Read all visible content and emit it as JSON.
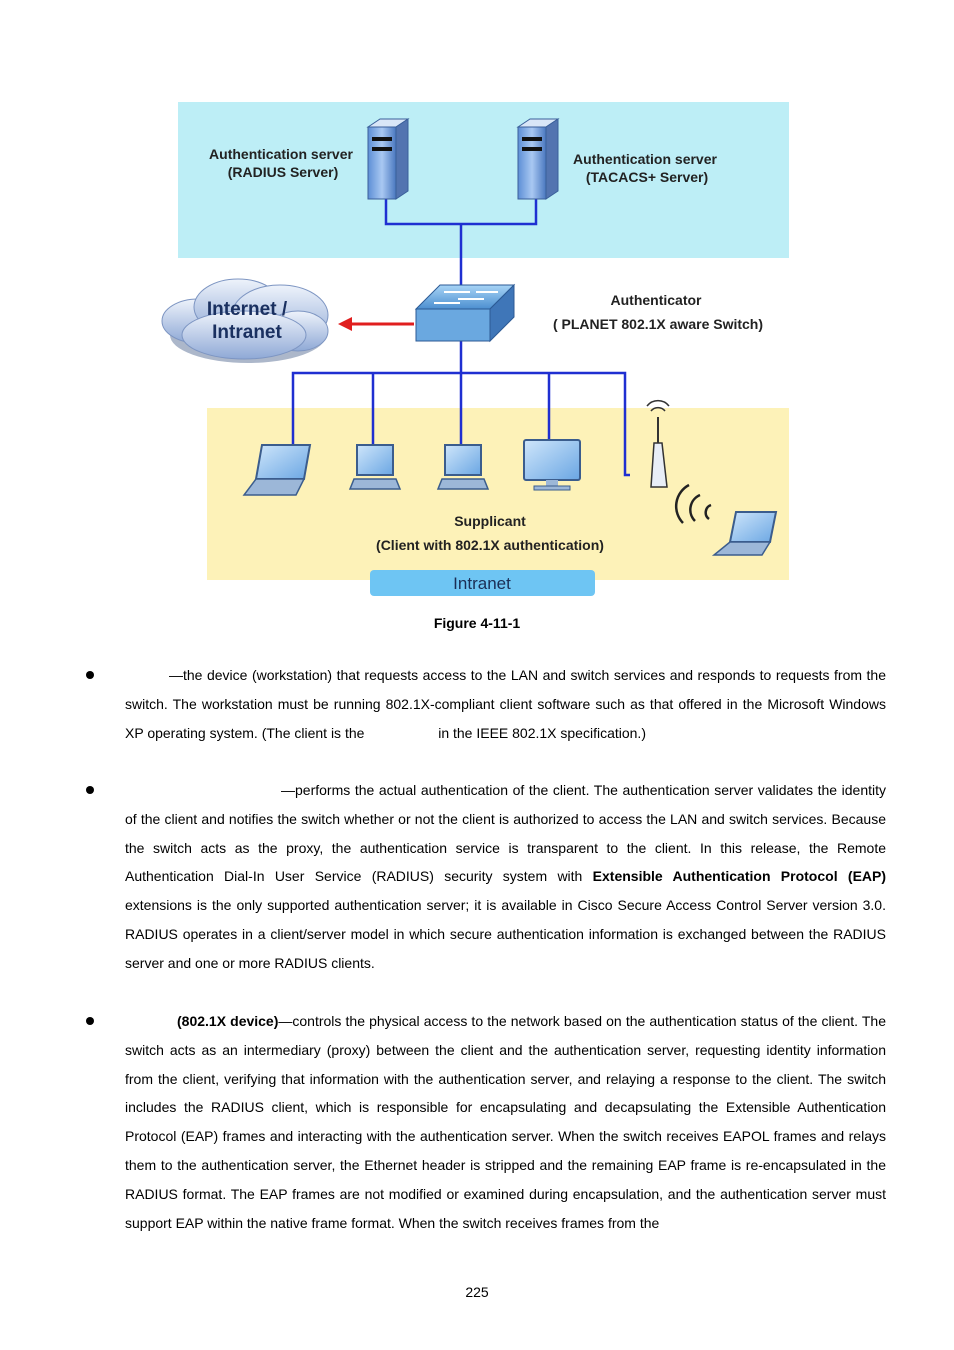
{
  "figure": {
    "labels": {
      "radius_server_line1": "Authentication server",
      "radius_server_line2": "(RADIUS Server)",
      "tacacs_server_line1": "Authentication server",
      "tacacs_server_line2": "(TACACS+ Server)",
      "authenticator_line1": "Authenticator",
      "authenticator_line2": "( PLANET 802.1X aware Switch)",
      "cloud_line1": "Internet /",
      "cloud_line2": "Intranet",
      "supplicant_line1": "Supplicant",
      "supplicant_line2": "(Client with 802.1X authentication)",
      "intranet_banner": "Intranet"
    },
    "colors": {
      "server_zone": "#bdeef6",
      "client_zone": "#fdf2b8",
      "link_line": "#1f2fd1",
      "arrow": "#e01e1e",
      "intranet_banner": "#6ec5f3"
    }
  },
  "caption": "Figure 4-11-1",
  "bullets": [
    {
      "text_before": "—the device (workstation) that requests access to the LAN and switch services and responds to requests from the switch. The workstation must be running 802.1X-compliant client software such as that offered in the Microsoft Windows XP operating system. (The client is the",
      "text_after": "in the IEEE 802.1X specification.)"
    },
    {
      "text_1": "—performs the actual authentication of the client. The authentication server validates the identity of the client and notifies the switch whether or not the client is authorized to access the LAN and switch services. Because the switch acts as the proxy, the authentication service is transparent to the client. In this release, the Remote Authentication Dial-In User Service (RADIUS) security system with",
      "bold_1": "Extensible Authentication Protocol (EAP)",
      "text_2": "extensions is the only supported authentication server; it is available in Cisco Secure Access Control Server version 3.0. RADIUS operates in a client/server model in which secure authentication information is exchanged between the RADIUS server and one or more RADIUS clients."
    },
    {
      "bold_1": "(802.1X device)",
      "text_1": "—controls the physical access to the network based on the authentication status of the client. The switch acts as an intermediary (proxy) between the client and the authentication server, requesting identity information from the client, verifying that information with the authentication server, and relaying a response to the client. The switch includes the RADIUS client, which is responsible for encapsulating and decapsulating the Extensible Authentication Protocol (EAP) frames and interacting with the authentication server. When the switch receives EAPOL frames and relays them to the authentication server, the Ethernet header is stripped and the remaining EAP frame is re-encapsulated in the RADIUS format. The EAP frames are not modified or examined during encapsulation, and the authentication server must support EAP within the native frame format. When the switch receives frames from the"
    }
  ],
  "page_number": "225"
}
